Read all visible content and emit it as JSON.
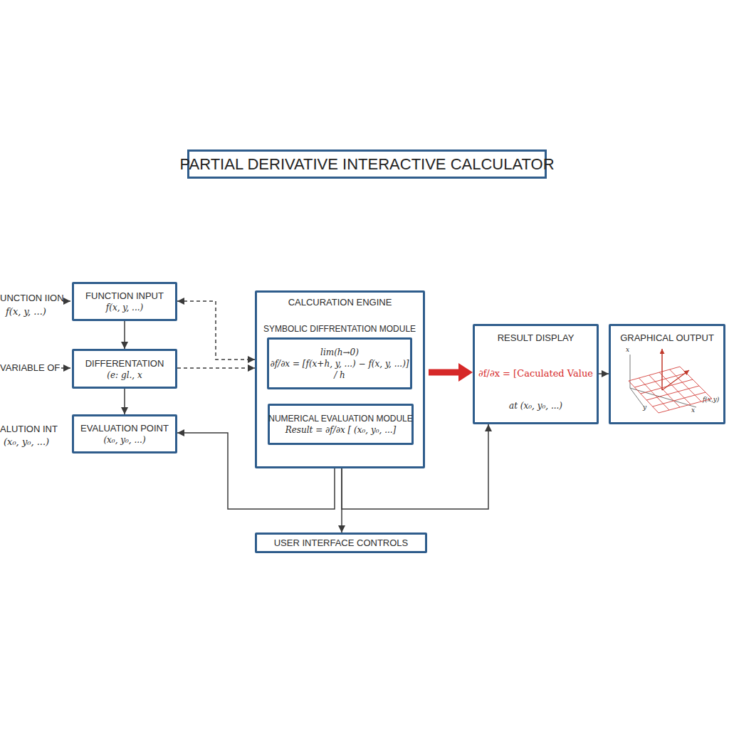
{
  "diagram": {
    "title": "PARTIAL DERIVATIVE INTERACTIVE CALCULATOR",
    "nodes": [
      {
        "text": [
          "FUNCTION INPUT",
          "f(x, y, ...)"
        ]
      },
      {
        "text": [
          "DIFFERENTATION",
          "(e: gl., x"
        ]
      },
      {
        "text": [
          "EVALUATION POINT",
          "(x₀, y₀, ...)"
        ]
      },
      {
        "text": [
          "CALCURATION ENGINE"
        ]
      },
      {
        "text": [
          "SYMBOLIC DIFFRENTATION MODULE",
          "lim(h→0)",
          "∂f/∂x = [f(x+h, y, ...) − f(x, y, ...)] / h"
        ],
        "in": 3
      },
      {
        "text": [
          "NUMERICAL EVALUATION MODULE",
          "Result = ∂f/∂x [ (x₀, y₀, ...]"
        ],
        "in": 3
      },
      {
        "text": [
          "RESULT DISPLAY",
          "∂f/∂x = [Caculated Value",
          "at (x₀, y₀, ...)"
        ]
      },
      {
        "text": [
          "GRAPHICAL OUTPUT"
        ]
      },
      {
        "text": [
          "USER INTERFACE CONTROLS"
        ]
      }
    ],
    "edges": [
      {
        "from": 0,
        "to": 1,
        "arrow": "to"
      },
      {
        "from": 1,
        "to": 2,
        "arrow": "to"
      },
      {
        "from": 0,
        "to": 3,
        "arrow": "both"
      },
      {
        "from": 1,
        "to": 3,
        "arrow": "to"
      },
      {
        "from": 3,
        "to": 2,
        "arrow": "to"
      },
      {
        "from": 3,
        "to": 8,
        "arrow": "to"
      },
      {
        "from": 3,
        "to": 6,
        "arrow": "to"
      },
      {
        "from": 3,
        "to": 6,
        "arrow": "to"
      },
      {
        "from": 6,
        "to": 7,
        "arrow": "to"
      }
    ],
    "labels": [
      "UNCTION IION",
      "f(x, y, ...)",
      "VARIABLE OF",
      "ALUTION INT",
      "(x₀, y₀, ...)",
      "x",
      "y",
      "x",
      "f(x,y)"
    ]
  }
}
